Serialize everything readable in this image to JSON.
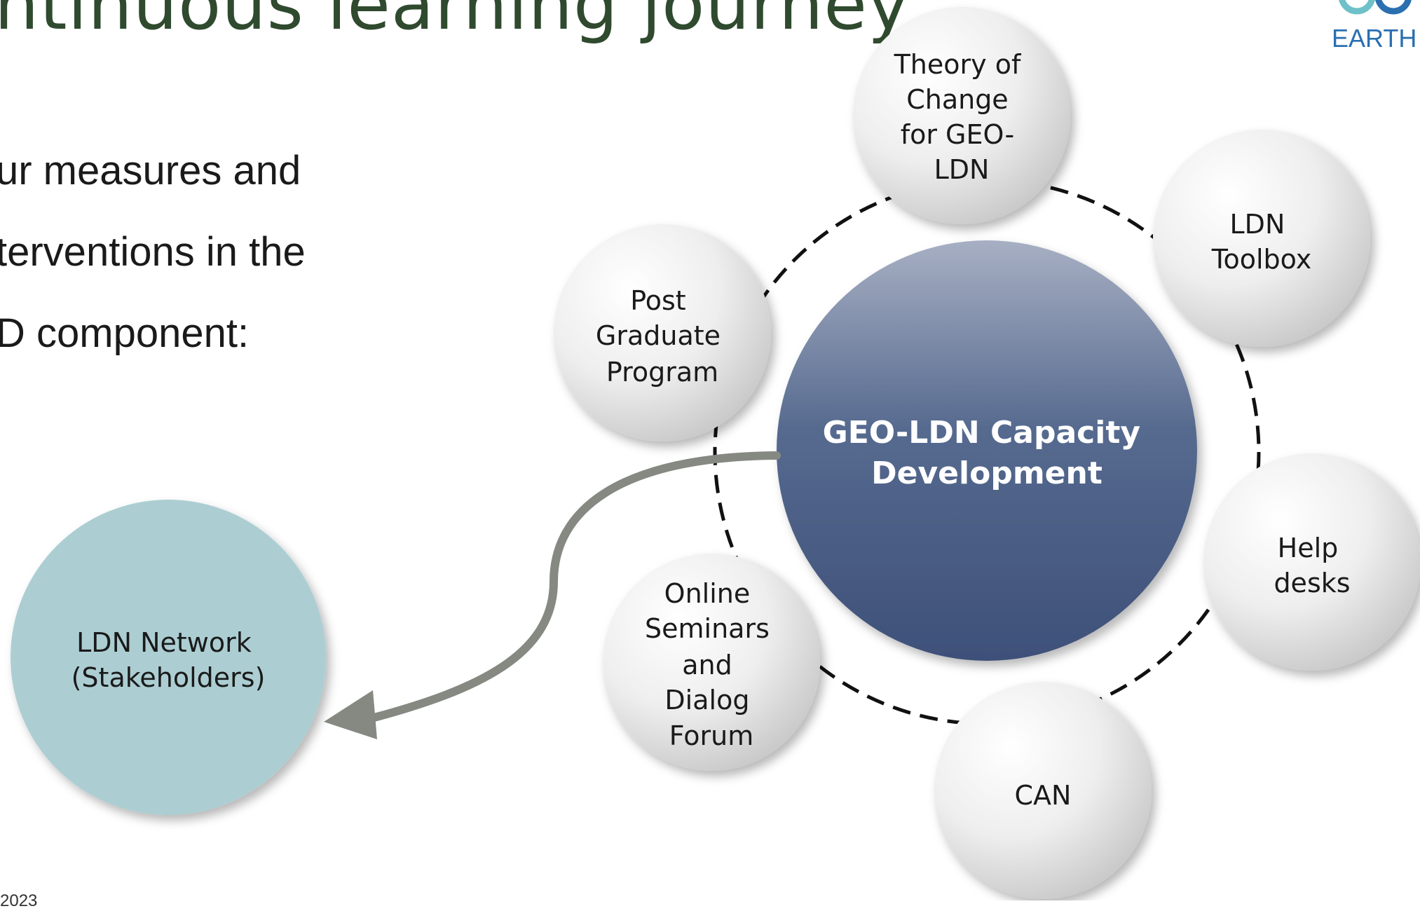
{
  "slide": {
    "title": "ntinuous learning journey",
    "body_lines": [
      "ur measures and",
      "terventions in the",
      "D component:"
    ],
    "footer": "2023",
    "logo_text": "EARTH O"
  },
  "diagram": {
    "center": {
      "lines": [
        "GEO-LDN Capacity",
        "Development"
      ],
      "color": "#4a5d86"
    },
    "stakeholder": {
      "lines": [
        "LDN Network",
        "(Stakeholders)"
      ],
      "color": "#acced3"
    },
    "satellites": [
      {
        "id": "theory-of-change",
        "lines": [
          "Theory of",
          "Change",
          "for GEO-",
          "LDN"
        ]
      },
      {
        "id": "ldn-toolbox",
        "lines": [
          "LDN",
          "Toolbox"
        ]
      },
      {
        "id": "post-graduate",
        "lines": [
          "Post",
          "Graduate",
          "Program"
        ]
      },
      {
        "id": "help-desks",
        "lines": [
          "Help",
          "desks"
        ]
      },
      {
        "id": "online-seminars",
        "lines": [
          "Online",
          "Seminars",
          "and",
          "Dialog",
          "Forum"
        ]
      },
      {
        "id": "can",
        "lines": [
          "CAN"
        ]
      }
    ]
  }
}
